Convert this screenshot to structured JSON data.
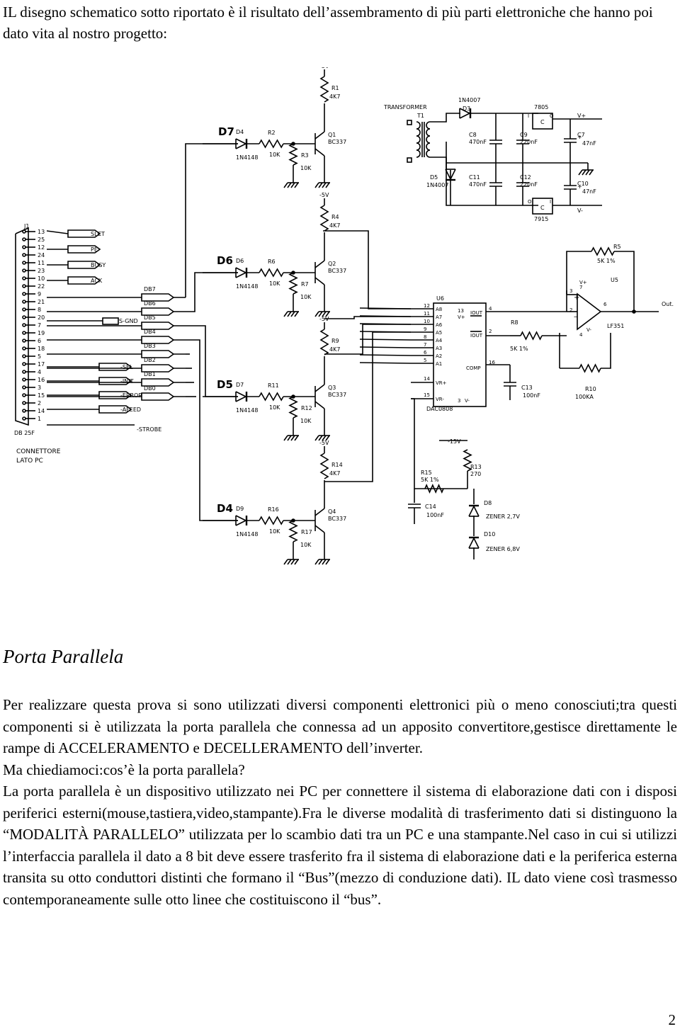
{
  "intro": "IL disegno schematico sotto riportato è il risultato dell’assembramento di più parti elettroniche che hanno poi dato vita al nostro progetto:",
  "schematic": {
    "ink_color": "#000000",
    "blocks": [
      {
        "label": "D7",
        "supply": "-5V",
        "diode": "D4",
        "diode_type": "1N4148",
        "r_base": "R2",
        "r_base_val": "10K",
        "r_pull": "R3",
        "r_pull_val": "10K",
        "r_col": "R1",
        "r_col_val": "4K7",
        "transistor": "Q1",
        "transistor_type": "BC337"
      },
      {
        "label": "D6",
        "supply": "-5V",
        "diode": "D6",
        "diode_type": "1N4148",
        "r_base": "R6",
        "r_base_val": "10K",
        "r_pull": "R7",
        "r_pull_val": "10K",
        "r_col": "R4",
        "r_col_val": "4K7",
        "transistor": "Q2",
        "transistor_type": "BC337"
      },
      {
        "label": "D5",
        "supply": "-5V",
        "diode": "D7",
        "diode_type": "1N4148",
        "r_base": "R11",
        "r_base_val": "10K",
        "r_pull": "R12",
        "r_pull_val": "10K",
        "r_col": "R9",
        "r_col_val": "4K7",
        "transistor": "Q3",
        "transistor_type": "BC337"
      },
      {
        "label": "D4",
        "supply": "-5V",
        "diode": "D9",
        "diode_type": "1N4148",
        "r_base": "R16",
        "r_base_val": "10K",
        "r_pull": "R17",
        "r_pull_val": "10K",
        "r_col": "R14",
        "r_col_val": "4K7",
        "transistor": "Q4",
        "transistor_type": "BC337"
      }
    ],
    "connector": {
      "ref": "J1",
      "pins": [
        "13",
        "25",
        "12",
        "24",
        "11",
        "23",
        "10",
        "22",
        "9",
        "21",
        "8",
        "20",
        "7",
        "19",
        "6",
        "18",
        "5",
        "17",
        "4",
        "16",
        "3",
        "15",
        "2",
        "14",
        "1"
      ],
      "status_signals": [
        "SLCT",
        "PE",
        "BUSY",
        "ACK"
      ],
      "ground": "S-GND",
      "control_signals": [
        "-SEL",
        "-INIT",
        "-ERROR",
        "-AFEED"
      ],
      "strobe": "-STROBE",
      "data_bits": [
        "DB7",
        "DB6",
        "DB5",
        "DB4",
        "DB3",
        "DB2",
        "DB1",
        "DB0"
      ],
      "type": "DB 25F",
      "caption": [
        "CONNETTORE",
        "LATO PC"
      ]
    },
    "power": {
      "transformer": "TRANSFORMER",
      "transformer_ref": "T1",
      "d3": "D3",
      "d3_type": "1N4007",
      "d5": "D5",
      "d5_type": "1N4007",
      "c8": "C8",
      "c8_val": "470nF",
      "c9": "C9",
      "c9_val": "220nF",
      "c11": "C11",
      "c11_val": "470nF",
      "c12": "C12",
      "c12_val": "220nF",
      "c7": "C7",
      "c7_val": "47nF",
      "c10": "C10",
      "c10_val": "47nF",
      "reg_pos": "7805",
      "reg_neg": "7915",
      "v_pos": "V+",
      "v_neg": "V-",
      "pin_i": "I",
      "pin_c": "C",
      "pin_o": "O"
    },
    "dac": {
      "ref": "U6",
      "type": "DAC0808",
      "pins_left": [
        "12",
        "11",
        "10",
        "9",
        "8",
        "7",
        "6",
        "5"
      ],
      "inputs": [
        "A8",
        "A7",
        "A6",
        "A5",
        "A4",
        "A3",
        "A2",
        "A1"
      ],
      "vr_plus": "VR+",
      "vr_plus_pin": "14",
      "vr_minus": "VR-",
      "vr_minus_pin": "15",
      "iout": "IOUT",
      "iout_pin": "4",
      "iout_bar": "IOUT",
      "iout_bar_pin": "2",
      "comp": "COMP",
      "comp_pin": "16",
      "pin13": "13",
      "pin13_label": "V+",
      "pin3": "3",
      "pin3_label": "V-"
    },
    "opamp": {
      "ref": "U5",
      "type": "LF351",
      "r5": "R5",
      "r5_val": "5K 1%",
      "r8": "R8",
      "r8_val": "5K 1%",
      "r10": "R10",
      "r10_val": "100KA",
      "c13": "C13",
      "c13_val": "100nF",
      "out": "Out.",
      "pin3": "3",
      "pin2": "2",
      "pin6": "6",
      "pin7": "7",
      "pin4": "4",
      "v_plus": "V+",
      "v_minus": "V-"
    },
    "reference": {
      "supply": "-15V",
      "r13": "R13",
      "r13_val": "270",
      "r15": "R15",
      "r15_val": "5K 1%",
      "c14": "C14",
      "c14_val": "100nF",
      "d8": "D8",
      "d8_val": "ZENER 2,7V",
      "d10": "D10",
      "d10_val": "ZENER 6,8V"
    }
  },
  "section_title": "Porta Parallela",
  "paragraphs": [
    "Per realizzare questa prova si sono utilizzati diversi componenti elettronici più o meno conosciuti;tra questi componenti si è utilizzata la porta parallela che connessa ad un apposito convertitore,gestisce direttamente le rampe di ACCELERAMENTO e DECELLERAMENTO dell’inverter.",
    "Ma chiediamoci:cos’è la porta parallela?",
    "La porta parallela è un dispositivo utilizzato nei PC per connettere il sistema di elaborazione dati con i disposi periferici esterni(mouse,tastiera,video,stampante).Fra le diverse modalità di trasferimento dati si distinguono la “MODALITÀ PARALLELO” utilizzata per lo scambio dati tra un PC e una stampante.Nel caso in cui si utilizzi l’interfaccia parallela il dato a 8 bit deve essere trasferito fra il sistema di elaborazione dati e la periferica esterna transita su otto conduttori distinti che formano il “Bus”(mezzo di conduzione dati). IL dato viene così trasmesso contemporaneamente sulle otto linee che costituiscono il “bus”."
  ],
  "page_number": "2"
}
